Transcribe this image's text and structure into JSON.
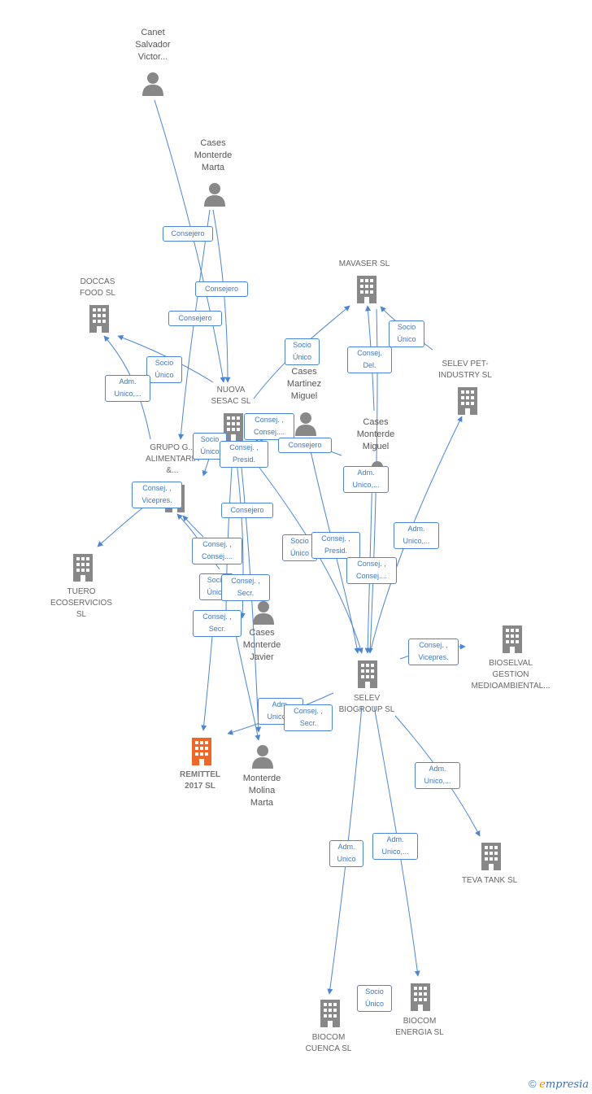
{
  "persons": {
    "canet": "Canet\nSalvador\nVictor...",
    "marta": "Cases\nMonterde\nMarta",
    "martinez": "Cases\nMartinez\nMiguel",
    "miguel": "Cases\nMonterde\nMiguel",
    "javier": "Cases\nMonterde\nJavier",
    "molina": "Monterde\nMolina\nMarta"
  },
  "companies": {
    "mavaser": "MAVASER SL",
    "doccas": "DOCCAS\nFOOD SL",
    "nuova": "NUOVA\nSESAC SL",
    "grupo": "GRUPO G...\nALIMENTARIA\n&...",
    "selev_pet": "SELEV PET-\nINDUSTRY  SL",
    "tuero": "TUERO\nECOSERVICIOS\nSL",
    "selev_bio": "SELEV\nBIOGROUP  SL",
    "bioselval": "BIOSELVAL\nGESTION\nMEDIOAMBIENTAL...",
    "remittel": "REMITTEL\n2017  SL",
    "teva": "TEVA TANK SL",
    "biocom_cuenca": "BIOCOM\nCUENCA  SL",
    "biocom_energia": "BIOCOM\nENERGIA SL"
  },
  "relations": [
    "Consejero",
    "Consejero",
    "Consejero",
    "Socio\nÚnico",
    "Adm.\nUnico,...",
    "Socio\nÚnico",
    "Consej.\nDel.",
    "Socio\nÚnico",
    "Consej. ,\nConsej....",
    "Consejero",
    "Socio\nÚnico",
    "Consej. ,\nPresid.",
    "Adm.\nUnico,...",
    "Consej. ,\nVicepres.",
    "Consejero",
    "Socio\nÚnico",
    "Consej. ,\nPresid.",
    "Adm.\nUnico,...",
    "Consej. ,\nConsej....",
    "Consej. ,\nConsej....",
    "Socio\nÚnico",
    "Consej. ,\nSecr.",
    "Consej. ,\nSecr.",
    "Consej. ,\nVicepres.",
    "Adm.\nUnico,...",
    "Consej. ,\nSecr.",
    "Adm.\nUnico,...",
    "Adm.\nUnico",
    "Adm.\nUnico,...",
    "Socio\nÚnico"
  ],
  "brand": {
    "copyright": "©",
    "e": "e",
    "rest": "mpresia"
  },
  "colors": {
    "edge": "#4a86d8",
    "node": "#888888",
    "focus": "#f26522"
  }
}
